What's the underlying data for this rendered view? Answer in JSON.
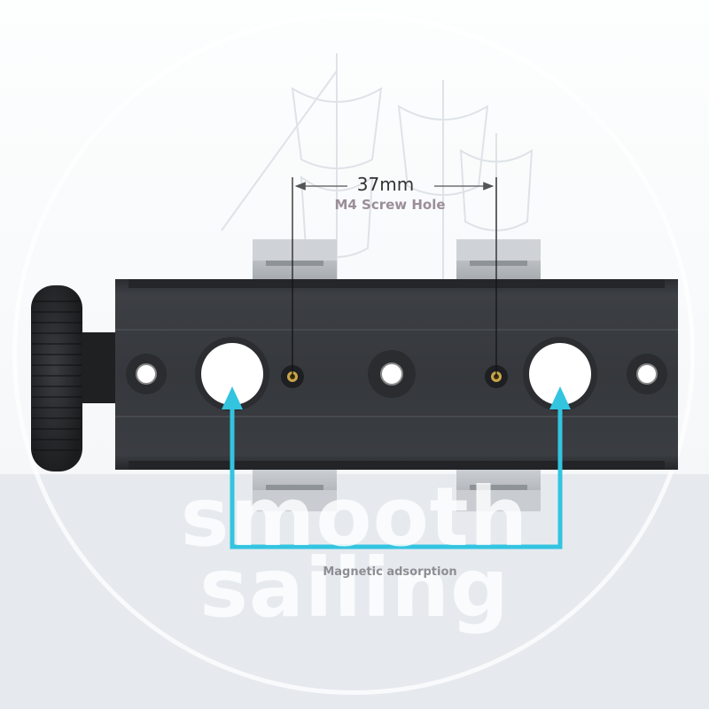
{
  "annotations": {
    "distance": "37mm",
    "screw_hole": "M4 Screw Hole",
    "magnetic": "Magnetic adsorption"
  },
  "watermark": {
    "line1": "smooth",
    "line2": "sailing"
  },
  "colors": {
    "arrow": "#33c4e0",
    "rail_body": "#36393d",
    "screw_label": "#9b8f97",
    "magnet_label": "#8e8d93",
    "background_sea": "#e6eaef"
  }
}
